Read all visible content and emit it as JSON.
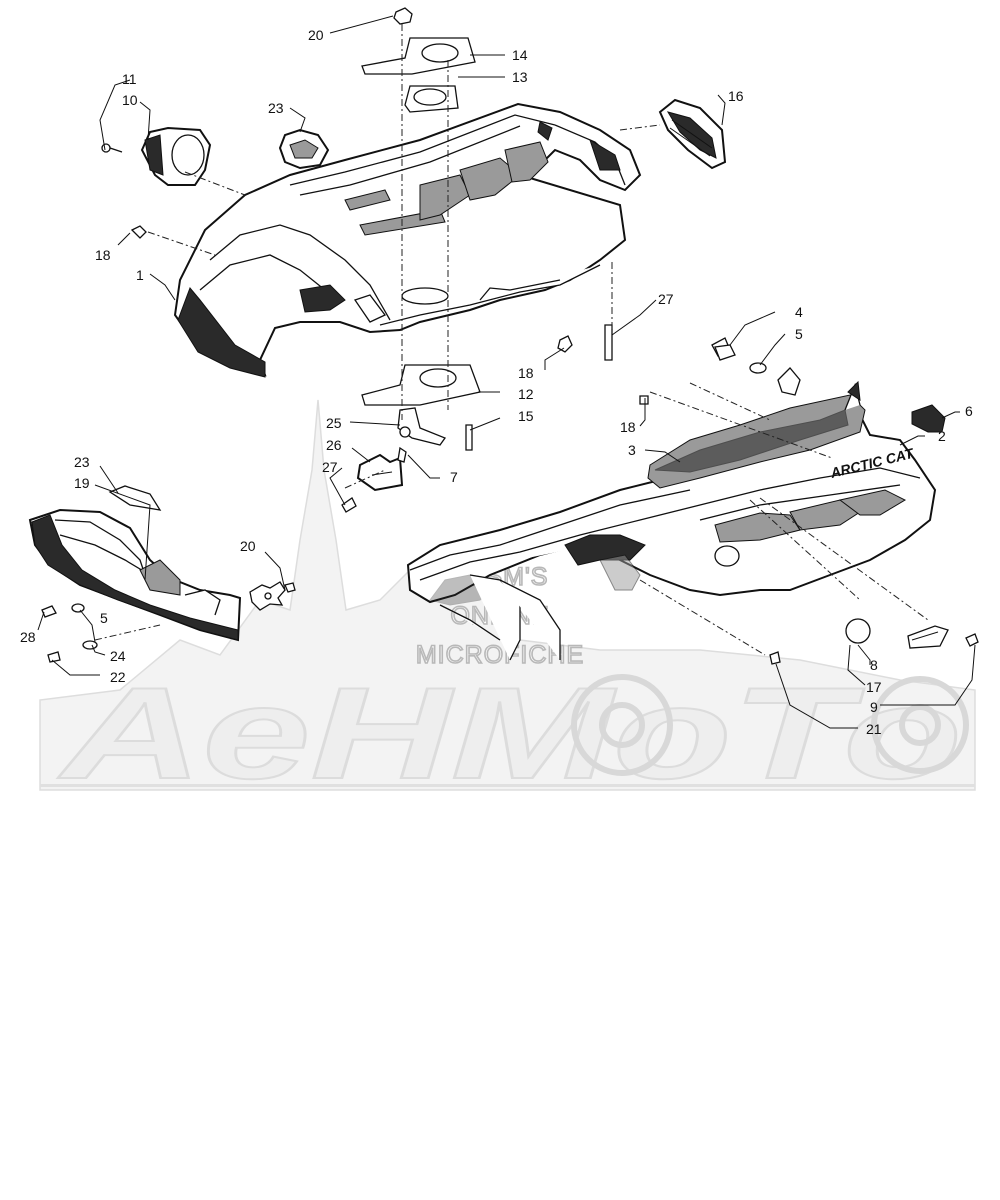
{
  "watermark": {
    "line1": "HLSM'S",
    "line2": "ONLINE",
    "line3": "MICROFICHE",
    "logo": "AeHMoTo"
  },
  "decal_text": "ARCTIC CAT",
  "callouts": [
    {
      "id": "c20a",
      "text": "20"
    },
    {
      "id": "c14",
      "text": "14"
    },
    {
      "id": "c13",
      "text": "13"
    },
    {
      "id": "c11",
      "text": "11"
    },
    {
      "id": "c10",
      "text": "10"
    },
    {
      "id": "c23a",
      "text": "23"
    },
    {
      "id": "c16",
      "text": "16"
    },
    {
      "id": "c18a",
      "text": "18"
    },
    {
      "id": "c1",
      "text": "1"
    },
    {
      "id": "c27a",
      "text": "27"
    },
    {
      "id": "c18b",
      "text": "18"
    },
    {
      "id": "c12",
      "text": "12"
    },
    {
      "id": "c15",
      "text": "15"
    },
    {
      "id": "c4",
      "text": "4"
    },
    {
      "id": "c5a",
      "text": "5"
    },
    {
      "id": "c18c",
      "text": "18"
    },
    {
      "id": "c6",
      "text": "6"
    },
    {
      "id": "c2",
      "text": "2"
    },
    {
      "id": "c3",
      "text": "3"
    },
    {
      "id": "c25",
      "text": "25"
    },
    {
      "id": "c26",
      "text": "26"
    },
    {
      "id": "c7",
      "text": "7"
    },
    {
      "id": "c27b",
      "text": "27"
    },
    {
      "id": "c23b",
      "text": "23"
    },
    {
      "id": "c19",
      "text": "19"
    },
    {
      "id": "c20b",
      "text": "20"
    },
    {
      "id": "c28",
      "text": "28"
    },
    {
      "id": "c5b",
      "text": "5"
    },
    {
      "id": "c24",
      "text": "24"
    },
    {
      "id": "c22",
      "text": "22"
    },
    {
      "id": "c8",
      "text": "8"
    },
    {
      "id": "c17",
      "text": "17"
    },
    {
      "id": "c9",
      "text": "9"
    },
    {
      "id": "c21",
      "text": "21"
    }
  ]
}
